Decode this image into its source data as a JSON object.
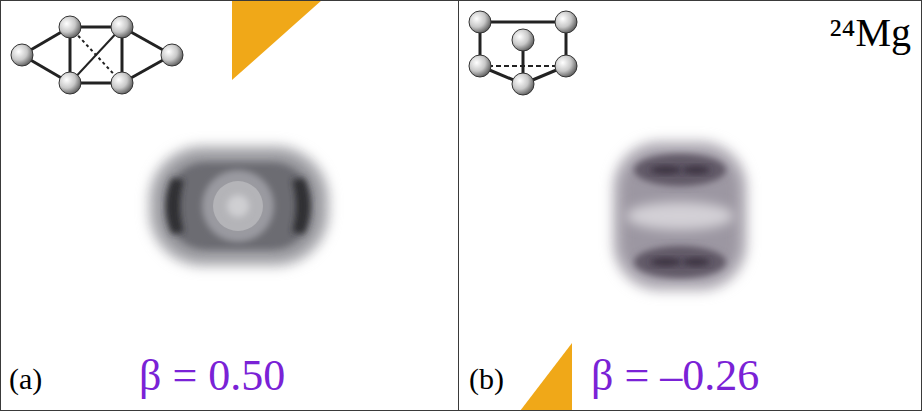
{
  "diagram": {
    "nodes": [
      {
        "text": [
          "(a)",
          "β = 0.50"
        ]
      },
      {
        "text": [
          "²⁴Mg",
          "(b)",
          "β = –0.26"
        ]
      }
    ],
    "edges": []
  }
}
